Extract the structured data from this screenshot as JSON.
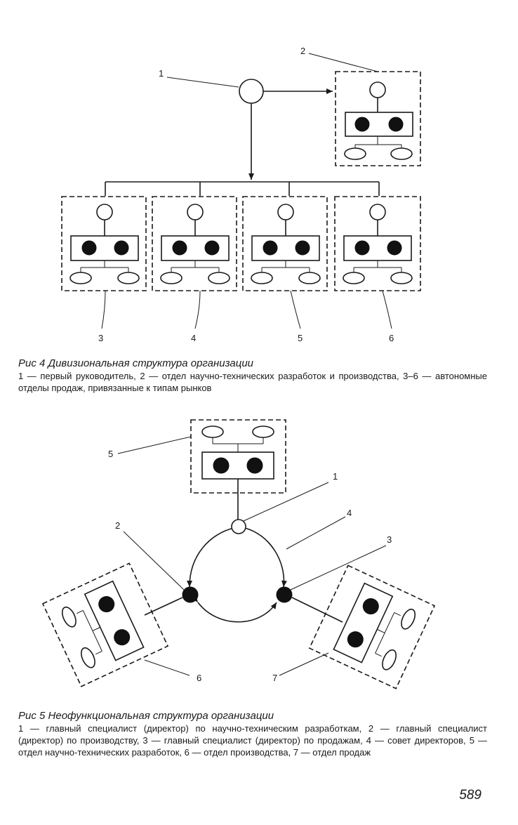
{
  "figure4": {
    "callouts": [
      "1",
      "2",
      "3",
      "4",
      "5",
      "6"
    ],
    "caption_title": "Рис 4 Дивизиональная структура организации",
    "caption_text": "1 — первый руководитель, 2 — отдел научно-технических разработок и производства, 3–6 — автономные отделы продаж, привязанные к типам рынков"
  },
  "figure5": {
    "callouts": [
      "1",
      "2",
      "3",
      "4",
      "5",
      "6",
      "7"
    ],
    "caption_title": "Рис 5 Неофункциональная структура организации",
    "caption_text": "1 — главный специалист (директор) по научно-техническим разработкам, 2 — главный специалист (директор) по производству, 3 — главный специалист (директор) по продажам, 4 — совет директоров, 5 — отдел научно-технических разработок, 6 — отдел производства, 7 — отдел продаж"
  },
  "page_number": "589"
}
